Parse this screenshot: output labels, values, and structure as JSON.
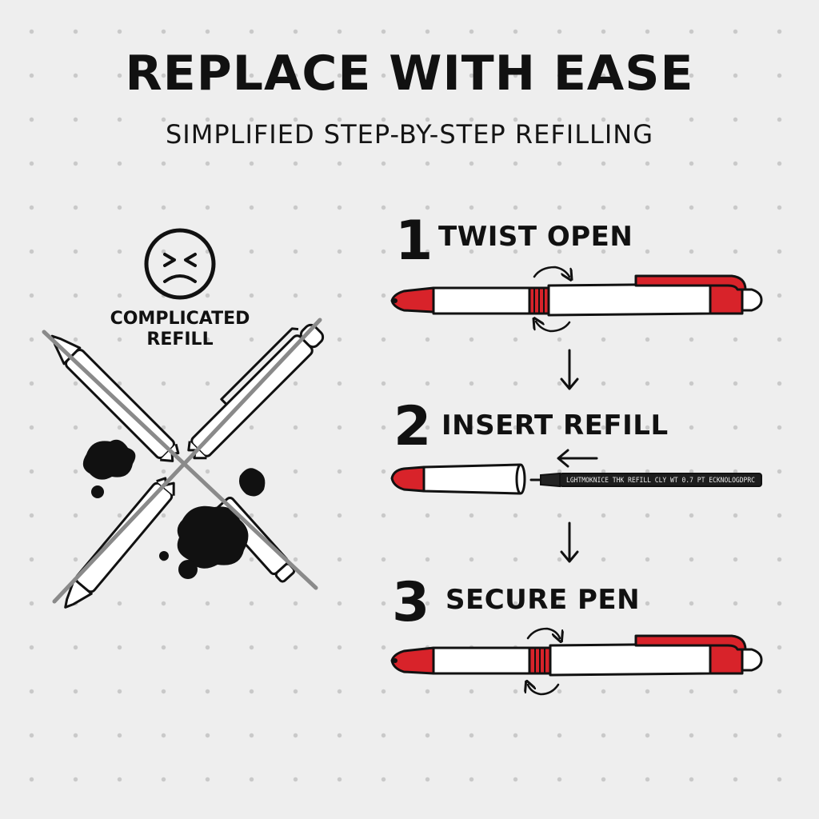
{
  "header": {
    "title": "REPLACE WITH EASE",
    "subtitle": "SIMPLIFIED STEP-BY-STEP REFILLING"
  },
  "bad_example": {
    "label_line1": "COMPLICATED",
    "label_line2": "REFILL",
    "face_icon": "frustrated-face-icon",
    "cross_icon": "cross-out-icon"
  },
  "steps": [
    {
      "number": "1",
      "label": "TWIST OPEN",
      "icon": "twist-arrows-icon"
    },
    {
      "number": "2",
      "label": "INSERT REFILL",
      "icon": "left-arrow-icon"
    },
    {
      "number": "3",
      "label": "SECURE PEN",
      "icon": "twist-arrows-icon"
    }
  ],
  "refill": {
    "printed_text": "LGHTMOKNICE THK REFILL CLY WT 0.7 PT ECKNOLOGDPRC"
  },
  "colors": {
    "accent": "#d8232a",
    "ink": "#111111",
    "background": "#eeeeee",
    "cross": "#888888"
  }
}
